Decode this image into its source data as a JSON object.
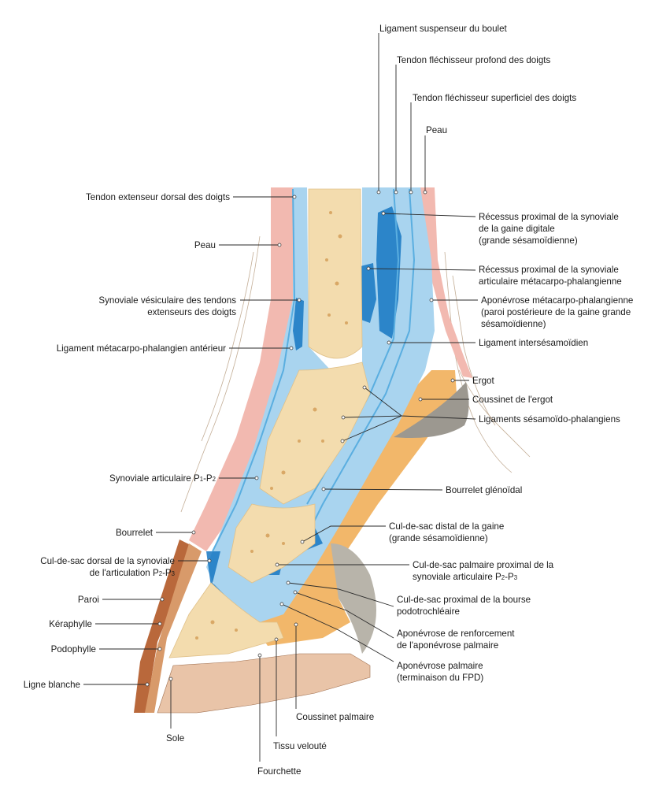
{
  "labels": {
    "ligament_suspenseur": "Ligament suspenseur du boulet",
    "tendon_flech_profond": "Tendon fléchisseur profond des doigts",
    "tendon_flech_superficiel": "Tendon fléchisseur superficiel des doigts",
    "peau_right": "Peau",
    "tendon_extenseur": "Tendon extenseur dorsal des doigts",
    "peau_left": "Peau",
    "recessus_gaine_1": "Récessus proximal de la synoviale",
    "recessus_gaine_2": "de la gaine digitale",
    "recessus_gaine_3": "(grande sésamoïdienne)",
    "recessus_art_1": "Récessus proximal de la synoviale",
    "recessus_art_2": "articulaire métacarpo-phalangienne",
    "synoviale_vesic_1": "Synoviale vésiculaire des tendons",
    "synoviale_vesic_2": "extenseurs des doigts",
    "aponevrose_mcp_1": "Aponévrose métacarpo-phalangienne",
    "aponevrose_mcp_2": "(paroi postérieure de la gaine grande",
    "aponevrose_mcp_3": "sésamoïdienne)",
    "ligament_mcp_ant": "Ligament métacarpo-phalangien antérieur",
    "ligament_intersesamoidien": "Ligament intersésamoïdien",
    "ergot": "Ergot",
    "coussinet_ergot": "Coussinet de l'ergot",
    "ligaments_sesamoido": "Ligaments sésamoïdo-phalangiens",
    "synoviale_p1p2_main": "Synoviale articulaire P",
    "synoviale_p1p2_s1": "1",
    "synoviale_p1p2_dash": "-P",
    "synoviale_p1p2_s2": "2",
    "bourrelet_glenoidal": "Bourrelet glénoïdal",
    "bourrelet": "Bourrelet",
    "cul_distal_1": "Cul-de-sac distal de la gaine",
    "cul_distal_2": "(grande sésamoïdienne)",
    "cul_dorsal_1": "Cul-de-sac dorsal de la synoviale",
    "cul_dorsal_2_main": "de l'articulation P",
    "cul_dorsal_2_s1": "2",
    "cul_dorsal_2_dash": "-P",
    "cul_dorsal_2_s2": "3",
    "cul_palmaire_1": "Cul-de-sac palmaire proximal de la",
    "cul_palmaire_2_main": "synoviale articulaire P",
    "cul_palmaire_2_s1": "2",
    "cul_palmaire_2_dash": "-P",
    "cul_palmaire_2_s2": "3",
    "paroi": "Paroi",
    "cul_bourse_1": "Cul-de-sac proximal de la bourse",
    "cul_bourse_2": "podotrochléaire",
    "keraphylle": "Kéraphylle",
    "aponevrose_renf_1": "Aponévrose de renforcement",
    "aponevrose_renf_2": "de l'aponévrose palmaire",
    "podophylle": "Podophylle",
    "aponevrose_palm_1": "Aponévrose palmaire",
    "aponevrose_palm_2": "(terminaison du FPD)",
    "ligne_blanche": "Ligne blanche",
    "coussinet_palmaire": "Coussinet palmaire",
    "sole": "Sole",
    "tissu_veloute": "Tissu velouté",
    "fourchette": "Fourchette"
  },
  "colors": {
    "skin": "#f2b9b0",
    "bone": "#f3dcae",
    "marrow": "#d9a866",
    "tendon_light": "#a9d4ef",
    "tendon_mid": "#5aaee0",
    "synovia_dark": "#1677c2",
    "cushion_orange": "#f2b76a",
    "horn_brown": "#b9683b",
    "ergot_grey": "#9c9890",
    "hair": "#b59a7d"
  }
}
